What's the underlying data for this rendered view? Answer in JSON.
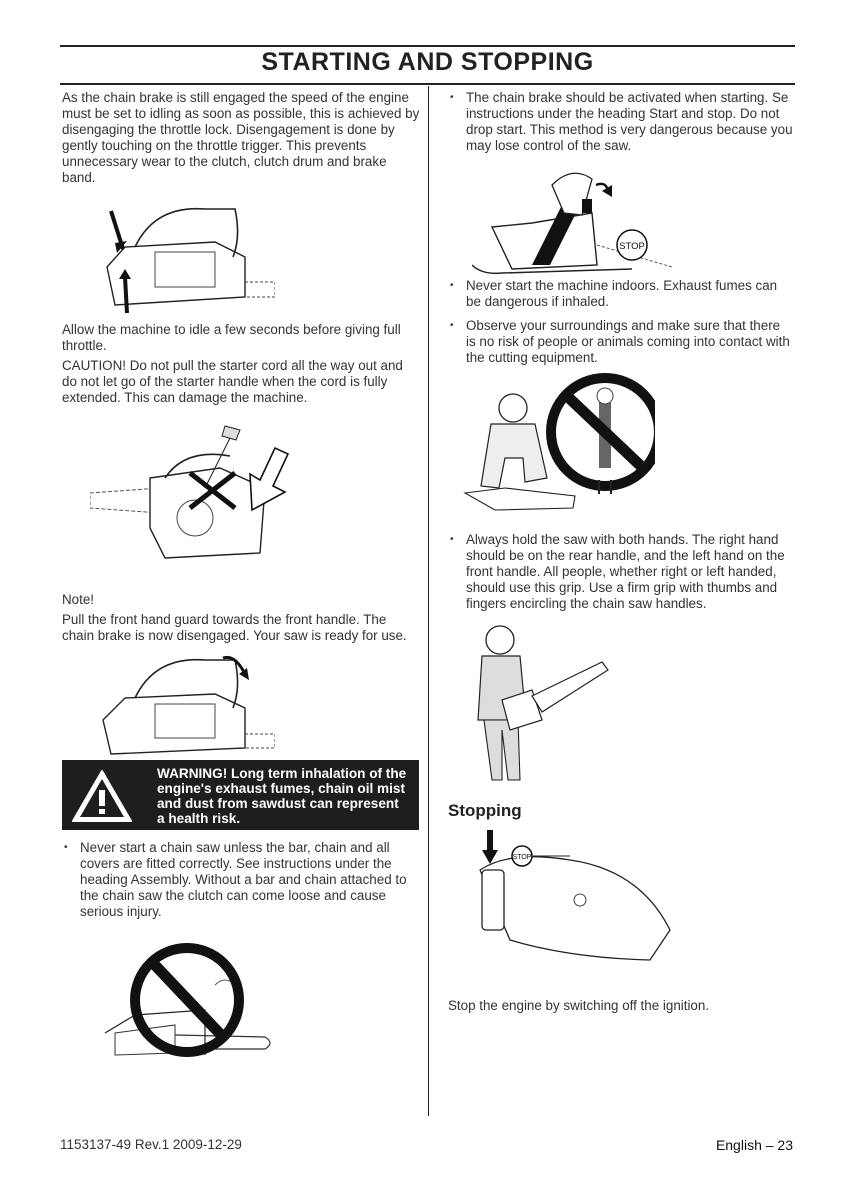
{
  "header": {
    "title": "STARTING AND STOPPING"
  },
  "left": {
    "p1": "As the chain brake is still engaged the speed of the engine must be set to idling as soon as possible, this is achieved by disengaging the throttle lock. Disengagement is done by gently touching on the throttle trigger. This prevents unnecessary wear to the clutch, clutch drum and brake band.",
    "p2": "Allow the machine to idle a few seconds before giving full throttle.",
    "p3": "CAUTION! Do not pull the starter cord all the way out and do not let go of the starter handle when the cord is fully extended. This can damage the machine.",
    "p4": "Note!",
    "p5": "Pull the front hand guard towards the front handle. The chain brake is now disengaged. Your saw is ready for use.",
    "warning": "WARNING! Long term inhalation of the engine's exhaust fumes, chain oil mist and dust from sawdust can represent a health risk.",
    "b1": "Never start a chain saw unless the bar, chain and all covers are fitted correctly. See instructions under the heading Assembly. Without a bar and chain attached to the chain saw the clutch can come loose and cause serious injury."
  },
  "right": {
    "b1": "The chain brake should be activated when starting. Se instructions under the heading Start and stop. Do not drop start. This method is very dangerous because you may lose control of the saw.",
    "stop_label": "STOP",
    "b2": "Never start the machine indoors. Exhaust fumes can be dangerous if inhaled.",
    "b3": "Observe your surroundings and make sure that there is no risk of people or animals coming into contact with the cutting equipment.",
    "b4": "Always hold the saw with both hands. The right hand should be on the rear handle, and the left hand on the front handle. All people, whether right or left handed, should use this grip. Use a firm grip with thumbs and fingers encircling the chain saw handles.",
    "stopping_heading": "Stopping",
    "stop_switch_label": "STOP",
    "p_stop": "Stop the engine by switching off the ignition."
  },
  "footer": {
    "doc_id": "1153137-49 Rev.1 2009-12-29",
    "page": "English – 23"
  }
}
